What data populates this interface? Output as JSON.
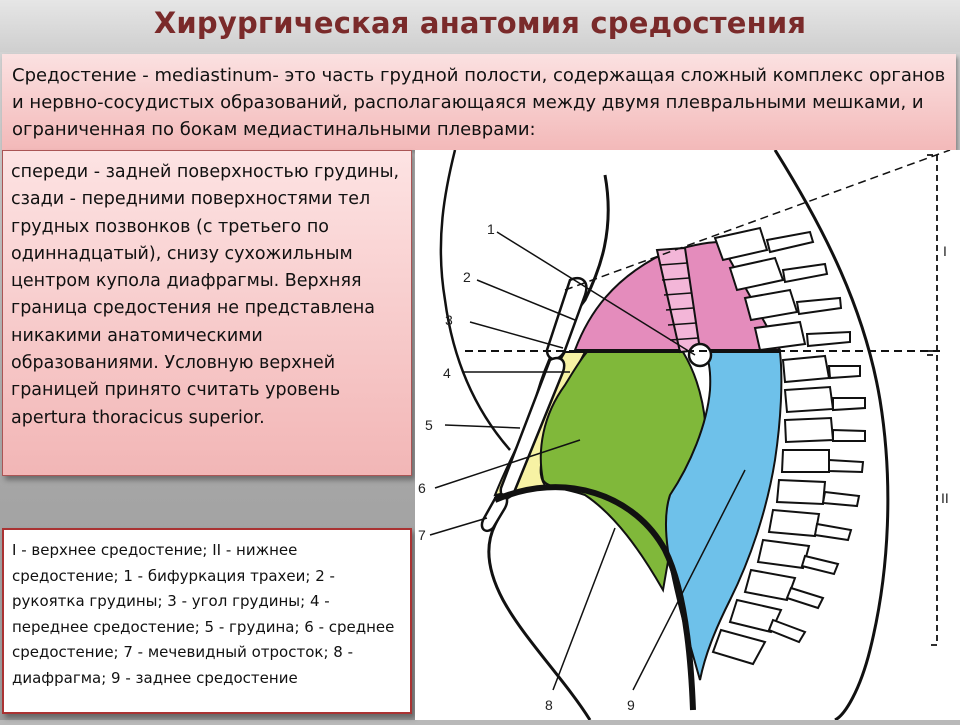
{
  "slide": {
    "title": "Хирургическая анатомия средостения",
    "intro": " Средостение - mediastinum- это часть грудной полости, содержащая сложный комплекс органов и нервно-сосудистых образований, располагающаяся между двумя плевральными мешками, и ограниченная по бокам медиастинальными плеврами:",
    "borders": "спереди - задней поверхностью грудины, сзади - передними поверхностями тел грудных позвонков (с третьего по одиннадцатый), снизу сухожильным центром купола диафрагмы. Верхняя граница средостения не представлена никакими анатомическими образованиями. Условную верхней границей принято считать уровень apertura thoracicus superior.",
    "legend": "I - верхнее средостение; II - нижнее средостение; 1 - бифуркация трахеи; 2 - рукоятка грудины; 3 - угол грудины; 4 - переднее средостение; 5 - грудина; 6 - среднее средостение; 7 - мечевидный отросток; 8 - диафрагма; 9 - заднее средостение"
  },
  "figure": {
    "labels": [
      "1",
      "2",
      "3",
      "4",
      "5",
      "6",
      "7",
      "8",
      "9"
    ],
    "roman": [
      "I",
      "II"
    ],
    "colors": {
      "superior": "#e48cbc",
      "anterior": "#f7f2a4",
      "middle": "#80b83a",
      "posterior": "#6ec1ea",
      "diaphragm": "#111111"
    }
  }
}
